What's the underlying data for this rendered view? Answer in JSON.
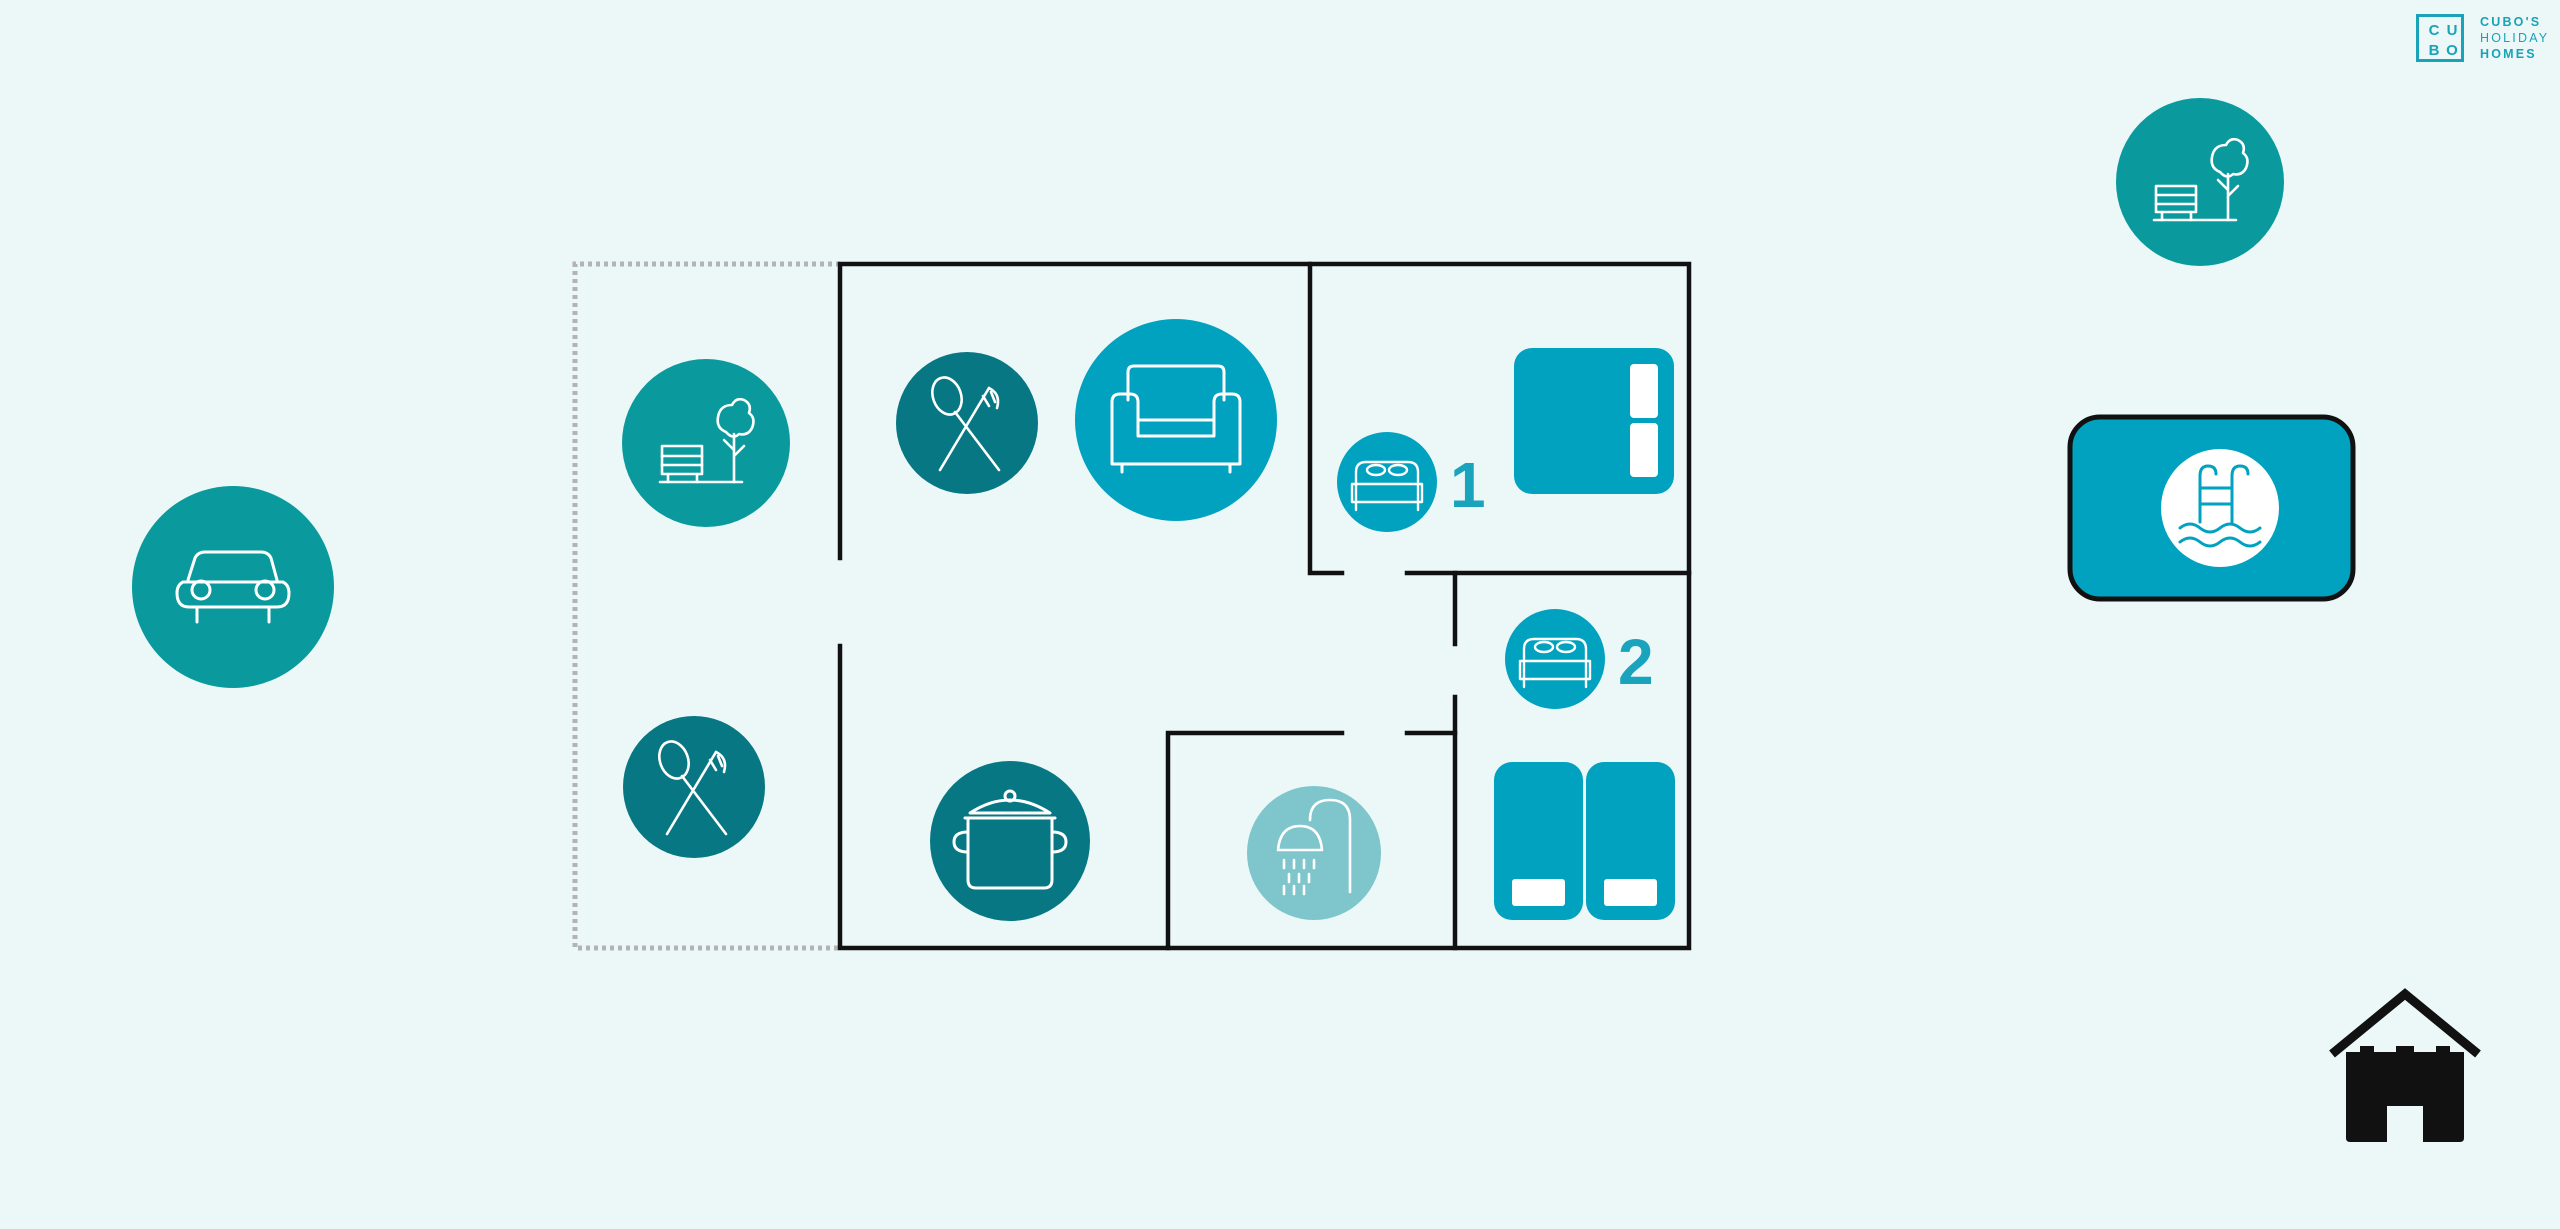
{
  "brand": {
    "letters": [
      "C",
      "U",
      "B",
      "O"
    ],
    "name_line1": "CUBO'S",
    "name_line2": "HOLIDAY",
    "name_line3": "HOMES",
    "color": "#18a3b9"
  },
  "bedrooms": [
    {
      "number": "1",
      "bed_type": "double"
    },
    {
      "number": "2",
      "bed_type": "twin"
    }
  ],
  "icons": {
    "parking": "car-icon",
    "garden": "garden-tree-bench-icon",
    "dining": "spoon-fork-icon",
    "living": "sofa-icon",
    "kitchen": "cooking-pot-icon",
    "bathroom": "shower-icon",
    "bedroom": "bed-icon",
    "pool": "pool-ladder-icon",
    "home": "house-icon"
  },
  "colors": {
    "background": "#ecf8f8",
    "teal": "#0a9a9d",
    "dark_teal": "#077783",
    "blue": "#00a2bf",
    "light_teal": "#7ec6cb",
    "wall": "#111111",
    "terrace_border": "#b3b3b3"
  }
}
